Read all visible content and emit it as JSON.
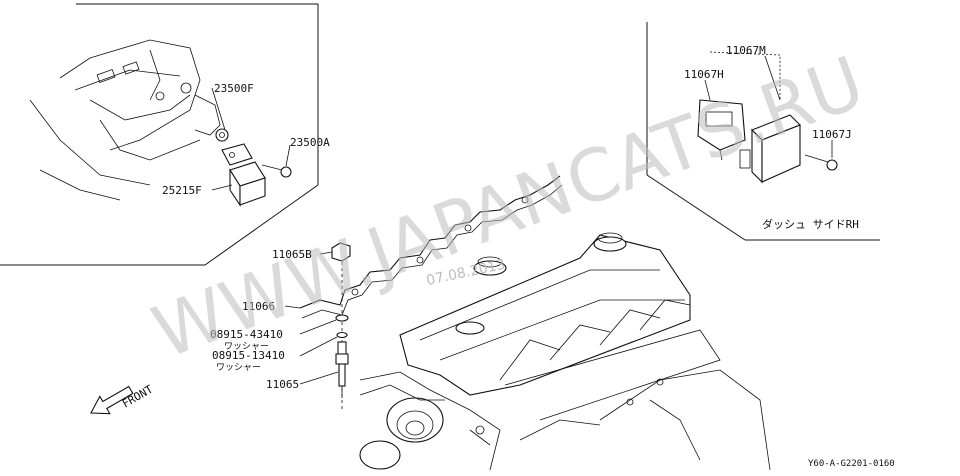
{
  "callouts": {
    "p23500F": "23500F",
    "p23500A": "23500A",
    "p25215F": "25215F",
    "p11065B": "11065B",
    "p11066": "11066",
    "p08915_43410": "08915-43410",
    "washer1": "ワッシャー",
    "p08915_13410": "08915-13410",
    "washer2": "ワッシャー",
    "p11065": "11065",
    "p11067M": "11067M",
    "p11067H": "11067H",
    "p11067J": "11067J",
    "dash_side": "ダッシュ サイドRH"
  },
  "front_label": "FRONT",
  "diagram_id": "Y60-A-G2201-0160",
  "watermark": {
    "text": "WWW.JAPANCATS.RU",
    "date": "07.08.2013",
    "color": "#bdbdbd"
  }
}
